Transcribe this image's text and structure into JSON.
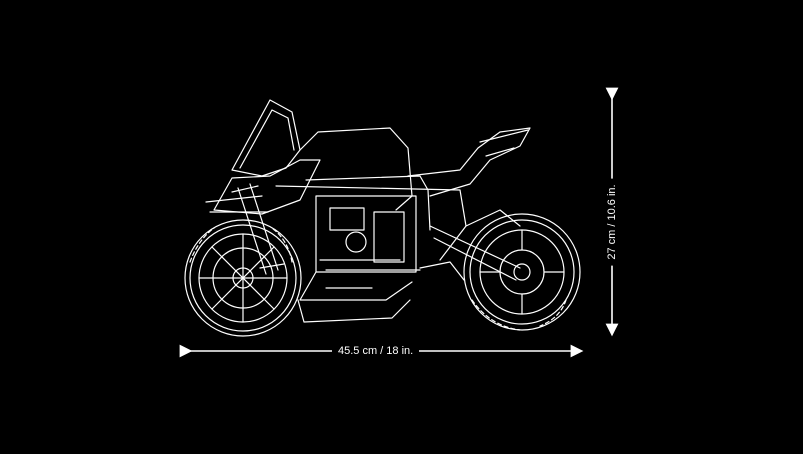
{
  "dimensions": {
    "width_label": "45.5 cm / 18 in.",
    "height_label": "27 cm / 10.6 in."
  },
  "colors": {
    "background": "#000000",
    "line": "#ffffff"
  },
  "illustration": {
    "subject": "motorcycle-line-drawing"
  }
}
